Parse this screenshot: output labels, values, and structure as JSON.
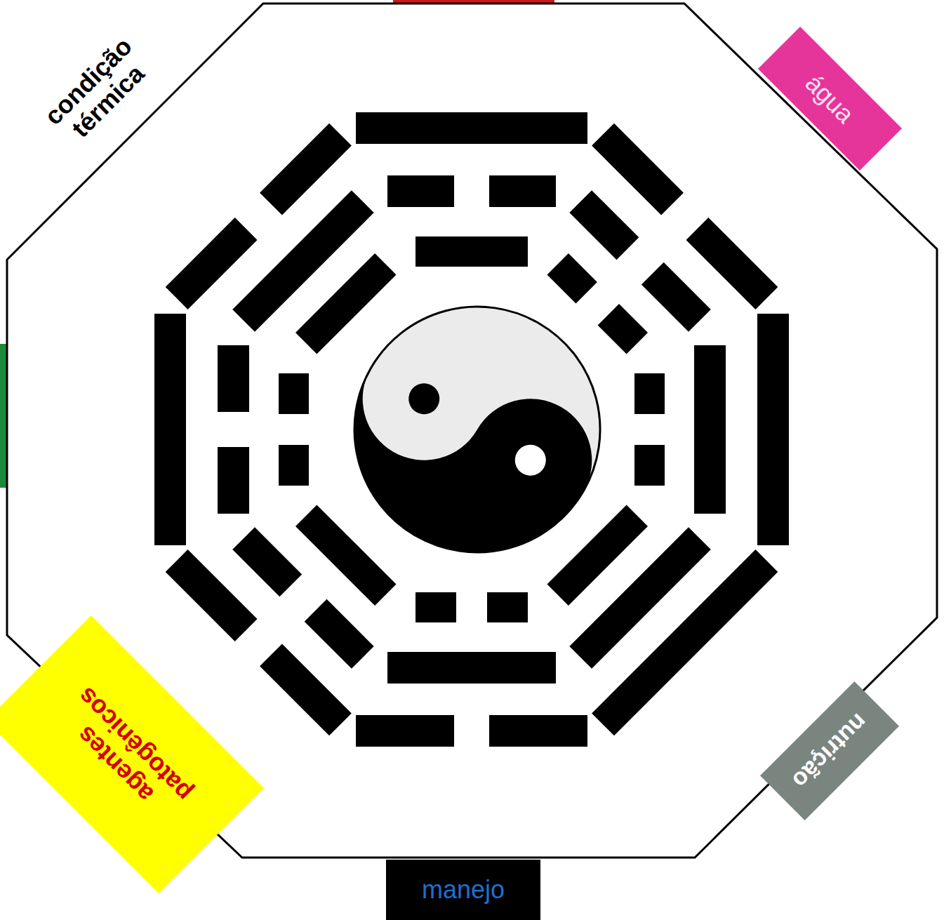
{
  "diagram": {
    "nodes": [
      {
        "text": [
          "condição térmica"
        ]
      },
      {
        "text": [
          "água"
        ]
      },
      {
        "text": [
          "nutrição"
        ]
      },
      {
        "text": [
          "manejo"
        ]
      },
      {
        "text": [
          "agentes patogênicos"
        ]
      }
    ]
  }
}
